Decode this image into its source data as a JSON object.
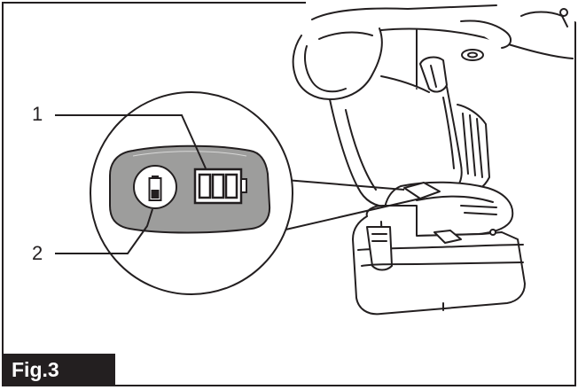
{
  "figure": {
    "label": "Fig.3",
    "callouts": [
      {
        "number": "1",
        "target": "battery-indicator-lamps"
      },
      {
        "number": "2",
        "target": "check-button"
      }
    ]
  },
  "colors": {
    "line": "#231f20",
    "panel_fill": "#9d9d9c",
    "background": "#ffffff"
  },
  "icons": [
    "battery-indicator-icon",
    "battery-check-button-icon"
  ]
}
